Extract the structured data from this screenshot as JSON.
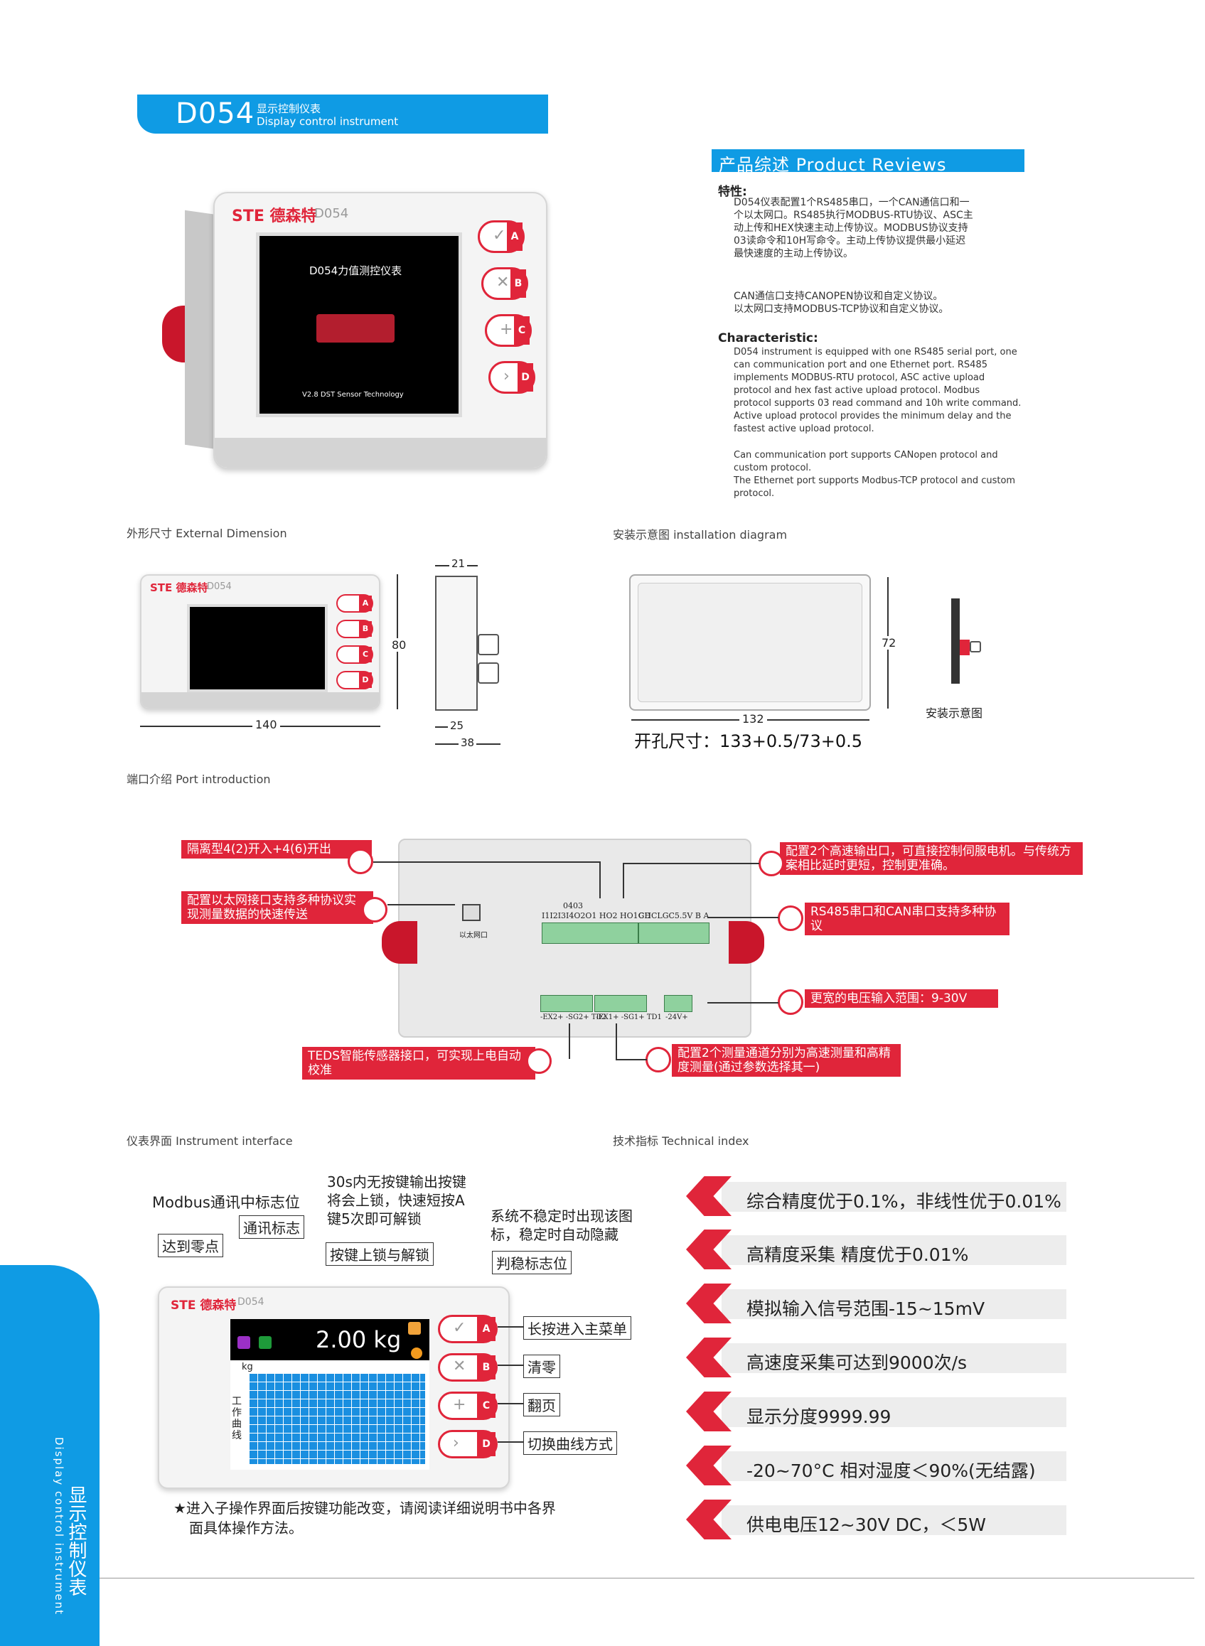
{
  "header": {
    "code": "D054",
    "title_cn": "显示控制仪表",
    "title_en": "Display control instrument"
  },
  "device_photo": {
    "brand": "STE 德森特",
    "model": "D054",
    "screen_title": "D054力值测控仪表",
    "screen_footer": "V2.8  DST Sensor Technology",
    "keys": [
      "A",
      "B",
      "C",
      "D"
    ]
  },
  "reviews": {
    "title": "产品综述  Product Reviews",
    "feature_head": "特性:",
    "feature_p1": [
      "D054仪表配置1个RS485串口，一个CAN通信口和一",
      "个以太网口。RS485执行MODBUS-RTU协议、ASC主",
      "动上传和HEX快速主动上传协议。MODBUS协议支持",
      "03读命令和10H写命令。主动上传协议提供最小延迟",
      "最快速度的主动上传协议。"
    ],
    "feature_p2": [
      "CAN通信口支持CANOPEN协议和自定义协议。",
      "以太网口支持MODBUS-TCP协议和自定义协议。"
    ],
    "char_head": "Characteristic:",
    "char_p1": [
      "D054 instrument is equipped with one RS485 serial port, one",
      "can communication port and one Ethernet port. RS485",
      "implements MODBUS-RTU protocol, ASC active upload",
      "protocol and hex fast active upload protocol. Modbus",
      "protocol supports 03 read command and 10h write command.",
      "Active upload protocol provides the minimum delay and the",
      "fastest active upload protocol."
    ],
    "char_p2": [
      "Can communication port supports CANopen protocol and",
      "custom protocol.",
      "The Ethernet port supports Modbus-TCP protocol and custom",
      "protocol."
    ]
  },
  "dimension": {
    "label": "外形尺寸 External Dimension",
    "w": "140",
    "h": "80",
    "depth_top": "21",
    "depth_a": "25",
    "depth_b": "38"
  },
  "install": {
    "label": "安装示意图 installation diagram",
    "w": "132",
    "h": "72",
    "cutout": "开孔尺寸：133+0.5/73+0.5",
    "caption": "安装示意图"
  },
  "ports": {
    "label": "端口介绍 Port introduction",
    "eth_label": "以太网口",
    "top_label": "0403",
    "io_label": "I1I2I3I4O2O1 HO2 HO1GD",
    "can_label": "CHCLGC5.5V B A",
    "bottom_left": "-EX2+ -SG2+ TD2",
    "bottom_mid": "-EX1+ -SG1+ TD1",
    "bottom_right": "-24V+",
    "notes": {
      "n1": "隔离型4(2)开入+4(6)开出",
      "n2": "配置以太网接口支持多种协议实现测量数据的快速传送",
      "n3": "配置2个高速输出口，可直接控制伺服电机。与传统方案相比延时更短，控制更准确。",
      "n4": "RS485串口和CAN串口支持多种协议",
      "n5": "更宽的电压输入范围：9-30V",
      "n6": "TEDS智能传感器接口，可实现上电自动校准",
      "n7": "配置2个测量通道分别为高速测量和高精度测量(通过参数选择其一)"
    }
  },
  "interface": {
    "label": "仪表界面 Instrument interface",
    "modbus_text": "Modbus通讯中标志位",
    "comm_flag": "通讯标志",
    "zero": "达到零点",
    "lock_text": [
      "30s内无按键输出按键",
      "将会上锁，快速短按A",
      "键5次即可解锁"
    ],
    "lock_box": "按键上锁与解锁",
    "stable_text": [
      "系统不稳定时出现该图",
      "标，稳定时自动隐藏"
    ],
    "stable_box": "判稳标志位",
    "weight": "2.00 kg",
    "unit": "kg",
    "curve": "工作曲线",
    "key_a": "长按进入主菜单",
    "key_b": "清零",
    "key_c": "翻页",
    "key_d": "切换曲线方式",
    "note": [
      "★进入子操作界面后按键功能改变，请阅读详细说明书中各界",
      "面具体操作方法。"
    ]
  },
  "tech": {
    "label": "技术指标 Technical index",
    "items": [
      "综合精度优于0.1%，非线性优于0.01%",
      "高精度采集  精度优于0.01%",
      "模拟输入信号范围-15~15mV",
      "高速度采集可达到9000次/s",
      "显示分度9999.99",
      "-20~70°C 相对湿度＜90%(无结露)",
      "供电电压12~30V DC，＜5W"
    ]
  },
  "side": {
    "cn": "显示控制仪表",
    "en": "Display control instrument"
  }
}
